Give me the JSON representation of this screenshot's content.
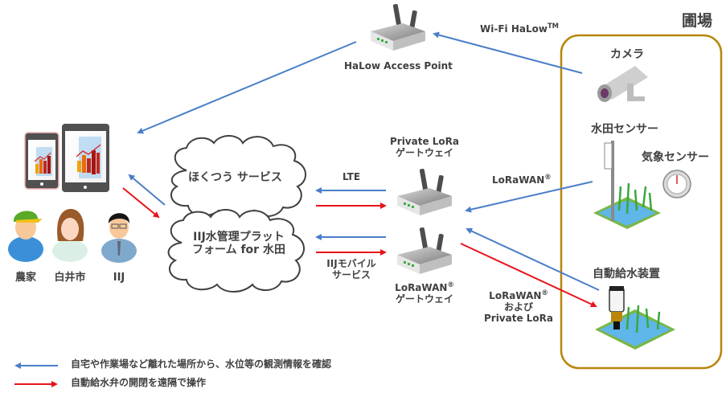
{
  "field": {
    "title": "圃場",
    "border_color": "#B8860B",
    "devices": {
      "camera": "カメラ",
      "paddy_sensor": "水田センサー",
      "weather_sensor": "気象センサー",
      "auto_water_device": "自動給水装置"
    }
  },
  "access_point": {
    "label": "HaLow Access Point"
  },
  "wifi_link": {
    "label": "Wi-Fi HaLow",
    "mark": "TM"
  },
  "private_lora_gateway": {
    "line1": "Private LoRa",
    "line2": "ゲートウェイ"
  },
  "lorawan_gateway": {
    "line1": "LoRaWAN",
    "mark": "®",
    "line2": "ゲートウェイ"
  },
  "lorawan_link": {
    "label": "LoRaWAN",
    "mark": "®"
  },
  "lorawan_private_link": {
    "line1": "LoRaWAN",
    "mark": "®",
    "line2": "および",
    "line3": "Private LoRa"
  },
  "lte_link": {
    "label": "LTE"
  },
  "iij_mobile_link": {
    "line1": "IIJモバイル",
    "line2": "サービス"
  },
  "clouds": {
    "hokutsu": "ほくつう サービス",
    "iij_platform_line1": "IIJ水管理プラット",
    "iij_platform_line2": "フォーム for 水田"
  },
  "users": [
    {
      "label": "農家"
    },
    {
      "label": "白井市"
    },
    {
      "label": "IIJ"
    }
  ],
  "legend": [
    {
      "direction": "left",
      "color": "#4A7EC7",
      "text": "自宅や作業場など離れた場所から、水位等の観測情報を確認"
    },
    {
      "direction": "right",
      "color": "#E8141B",
      "text": "自動給水弁の開閉を遠隔で操作"
    }
  ],
  "colors": {
    "monitor_arrow": "#4A7EC7",
    "control_arrow": "#E8141B"
  }
}
